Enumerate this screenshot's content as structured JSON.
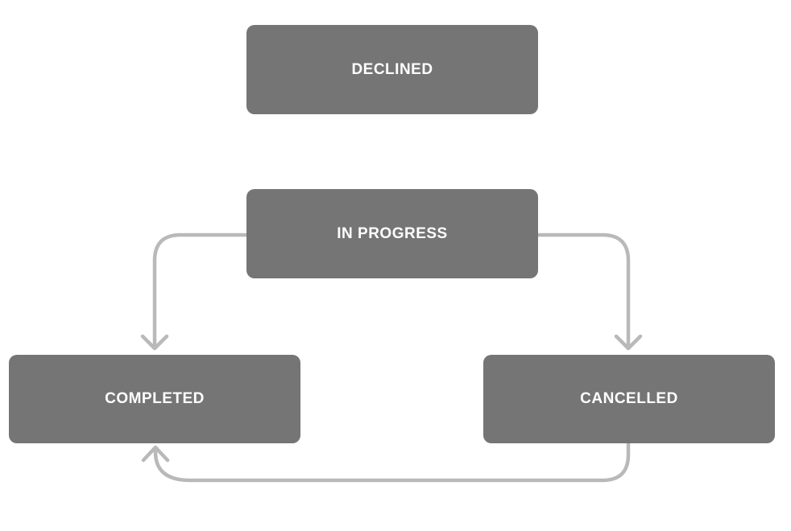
{
  "diagram": {
    "type": "flowchart-state-diagram",
    "background": "#ffffff",
    "colors": {
      "node_fill": "#757575",
      "node_text": "#ffffff",
      "arrow": "#b9b9b9"
    },
    "nodes": [
      {
        "id": "declined",
        "label": "DECLINED"
      },
      {
        "id": "in-progress",
        "label": "IN PROGRESS"
      },
      {
        "id": "completed",
        "label": "COMPLETED"
      },
      {
        "id": "cancelled",
        "label": "CANCELLED"
      }
    ],
    "edges": [
      {
        "from": "in-progress",
        "to": "completed",
        "style": "elbow-down-left"
      },
      {
        "from": "in-progress",
        "to": "cancelled",
        "style": "elbow-down-right"
      },
      {
        "from": "cancelled",
        "to": "completed",
        "style": "loop-under"
      }
    ]
  }
}
